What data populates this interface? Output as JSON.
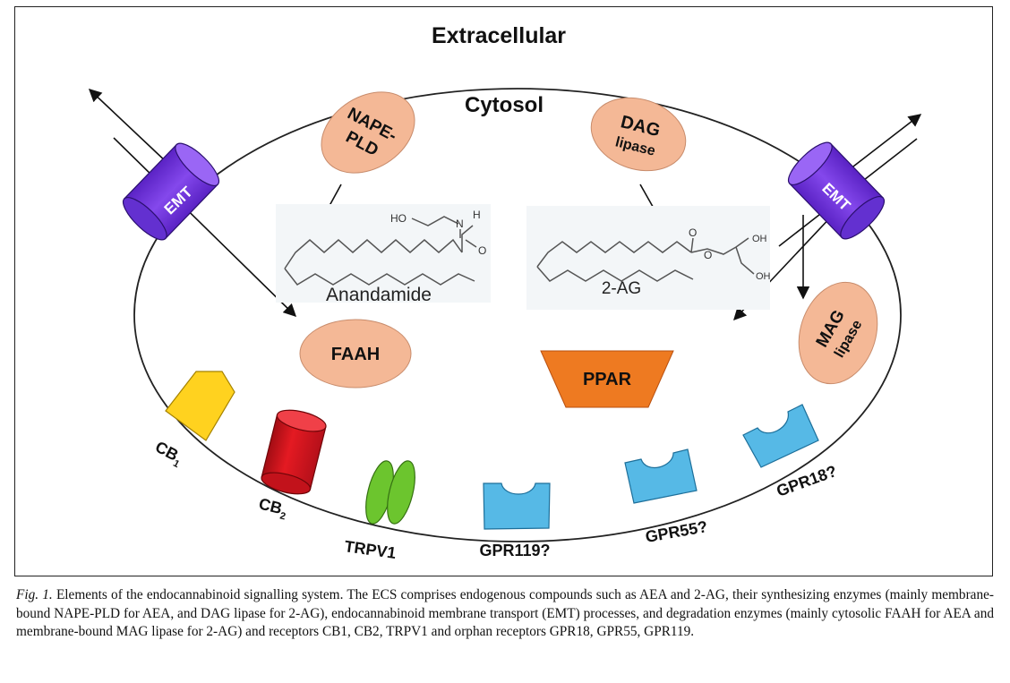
{
  "diagram": {
    "extracellular": "Extracellular",
    "cytosol": "Cytosol",
    "enzymes": {
      "nape_pld_1": "NAPE-",
      "nape_pld_2": "PLD",
      "dag_1": "DAG",
      "dag_2": "lipase",
      "faah": "FAAH",
      "mag_1": "MAG",
      "mag_2": "lipase",
      "ppar": "PPAR"
    },
    "emt_left": "EMT",
    "emt_right": "EMT",
    "molecules": {
      "anandamide": "Anandamide",
      "two_ag": "2-AG",
      "ho": "HO",
      "n": "N",
      "h": "H",
      "o_aea": "O",
      "o_2ag_ester": "O",
      "o_2ag_carbonyl": "O",
      "oh_top": "OH",
      "oh_bottom": "OH"
    },
    "receptors": {
      "cb1_main": "CB",
      "cb1_sub": "1",
      "cb2_main": "CB",
      "cb2_sub": "2",
      "trpv1": "TRPV1",
      "gpr119": "GPR119?",
      "gpr55": "GPR55?",
      "gpr18": "GPR18?"
    },
    "colors": {
      "enzyme_fill": "#f4b896",
      "emt_fill": "#7a3ee0",
      "cb1_fill": "#ffd21f",
      "cb2_fill": "#e0161f",
      "trpv1_fill": "#6cc52e",
      "gpr_fill": "#56b9e6",
      "ppar_fill": "#ee7a21"
    }
  },
  "caption": {
    "label": "Fig. 1.",
    "text": "Elements of the endocannabinoid signalling system. The ECS comprises endogenous compounds such as AEA and 2-AG, their synthesizing enzymes (mainly membrane-bound NAPE-PLD for AEA, and DAG lipase for 2-AG), endocannabinoid membrane transport (EMT) processes, and degradation enzymes (mainly cytosolic FAAH for AEA and membrane-bound MAG lipase for 2-AG) and receptors CB1, CB2, TRPV1 and orphan receptors GPR18, GPR55, GPR119."
  }
}
